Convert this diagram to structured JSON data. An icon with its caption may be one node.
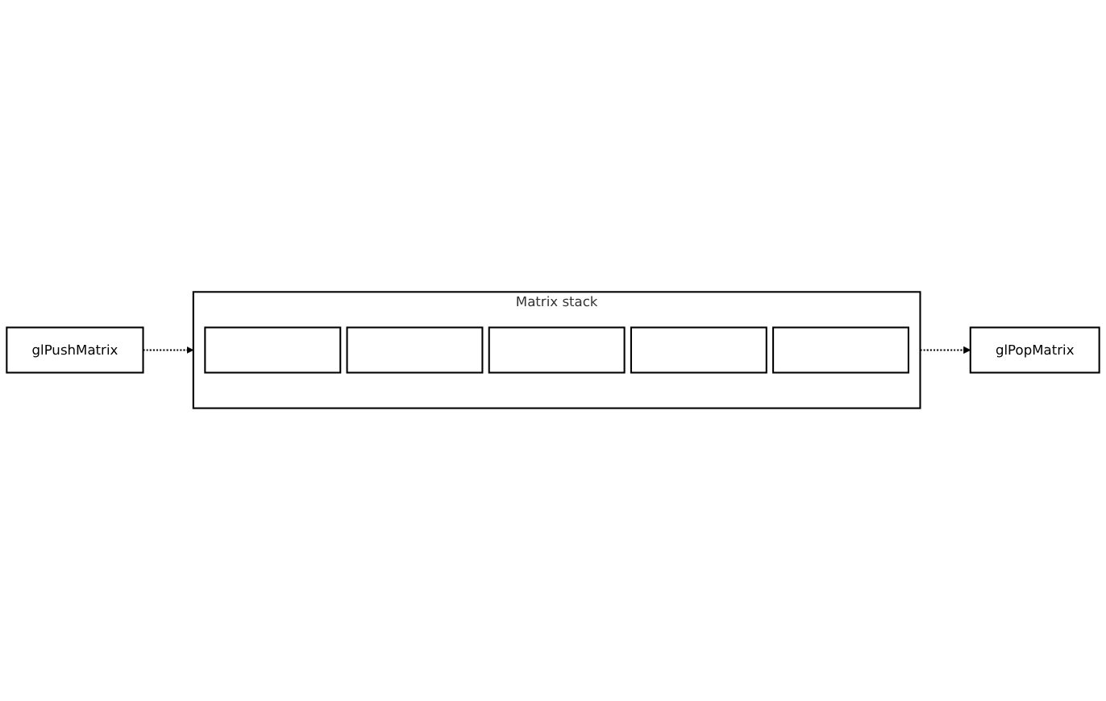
{
  "diagram": {
    "nodes": [
      {
        "text": [
          "glPushMatrix"
        ]
      },
      {
        "text": [
          "glPopMatrix"
        ]
      },
      {
        "text": [
          "Matrix stack"
        ]
      },
      {
        "text": [],
        "shape": "box",
        "in": 2
      },
      {
        "text": [],
        "shape": "box",
        "in": 2
      },
      {
        "text": [],
        "shape": "box",
        "in": 2
      },
      {
        "text": [],
        "shape": "box",
        "in": 2
      },
      {
        "text": [],
        "shape": "box",
        "in": 2
      }
    ],
    "edges": [
      {
        "from": 0,
        "to": 2,
        "arrow": "to",
        "style": "dashed"
      },
      {
        "from": 2,
        "to": 1,
        "arrow": "to",
        "style": "dashed"
      }
    ]
  }
}
